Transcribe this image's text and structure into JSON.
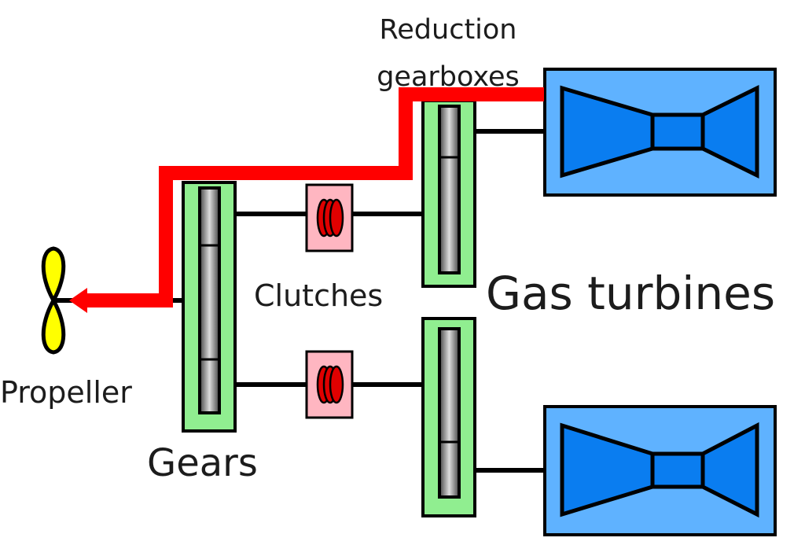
{
  "labels": {
    "reduction_gearboxes": "Reduction gearboxes",
    "clutches": "Clutches",
    "gas_turbines": "Gas turbines",
    "propeller": "Propeller",
    "gears": "Gears"
  },
  "colors": {
    "power_path": "#ff0000",
    "gear_housing": "#90ee90",
    "clutch_housing": "#ffb6c1",
    "clutch_plate": "#e00000",
    "turbine_casing": "#5fb2ff",
    "turbine_body": "#0a7df0",
    "propeller": "#ffff00",
    "outline": "#000000"
  }
}
